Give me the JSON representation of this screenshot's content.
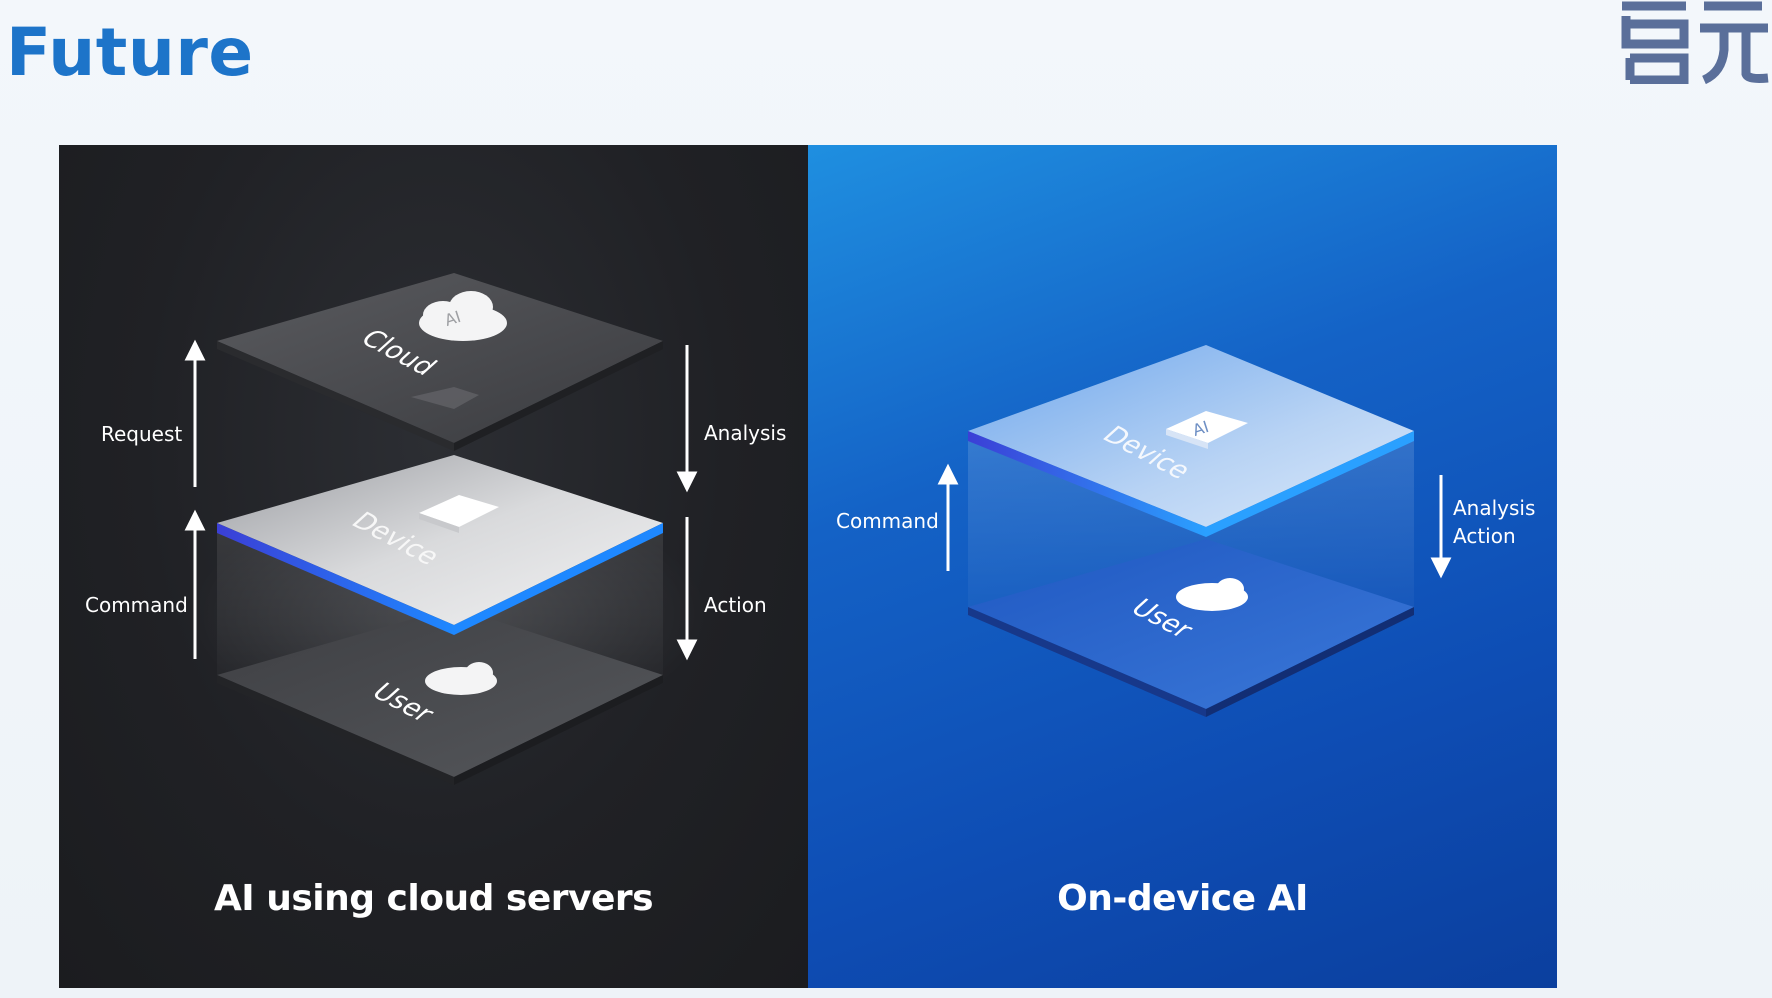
{
  "page": {
    "title": "Future"
  },
  "logo": {
    "text": "启元"
  },
  "left_panel": {
    "caption": "AI using cloud servers",
    "layers": {
      "cloud": "Cloud",
      "cloud_chip": "AI",
      "device": "Device",
      "user": "User"
    },
    "labels": {
      "request": "Request",
      "analysis": "Analysis",
      "command": "Command",
      "action": "Action"
    }
  },
  "right_panel": {
    "caption": "On-device AI",
    "layers": {
      "device": "Device",
      "device_chip": "AI",
      "user": "User"
    },
    "labels": {
      "command": "Command",
      "analysis": "Analysis",
      "action": "Action"
    }
  },
  "colors": {
    "title": "#1d74c9",
    "left_bg": "#202125",
    "right_bg": "#1462c6",
    "logo": "#5a6f9a"
  }
}
